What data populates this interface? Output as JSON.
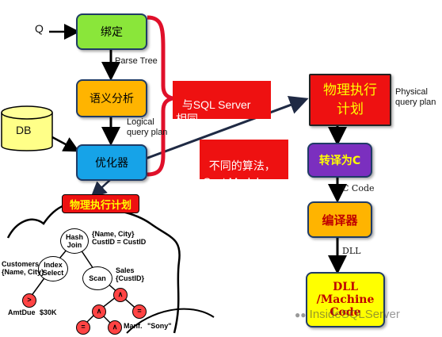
{
  "input_q": "Q",
  "db_label": "DB",
  "boxes": {
    "bind": "绑定",
    "semantic": "语义分析",
    "optimizer": "优化器",
    "physical_plan": "物理执行\n计划",
    "translate": "转译为C",
    "compiler": "编译器",
    "dll": "DLL\n/Machine\nCode"
  },
  "arrow_labels": {
    "parse_tree": "Parse Tree",
    "logical_plan": "Logical\nquery plan",
    "physical_plan": "Physical\nquery plan",
    "c_code": "C Code",
    "dll": "DLL"
  },
  "callouts": {
    "same_as_sql": "与SQL Server\n相同",
    "different_algo": "不同的算法，\nCost Model"
  },
  "tree_title": "物理执行计划",
  "tree": {
    "hash_join": "Hash\nJoin",
    "join_cond": "{Name, City}\nCustID = CustID",
    "index_select": "Index\nSelect",
    "customers": "Customers\n{Name, City}",
    "scan": "Scan",
    "sales": "Sales\n{CustID}",
    "gt": ">",
    "amt_due": "AmtDue",
    "amt_val": "$30K",
    "and1": "∧",
    "and2": "∧",
    "eq1": "=",
    "eq2": "=",
    "manf": "Manf.",
    "sony": "\"Sony\""
  },
  "watermark": "InsideSQLServer",
  "colors": {
    "green": "#8ae63a",
    "orange": "#ffb400",
    "blue": "#16a3e8",
    "red": "#ee1111",
    "purple": "#7b2fbf",
    "yellow": "#ffff00",
    "bracket": "#e0102a"
  }
}
